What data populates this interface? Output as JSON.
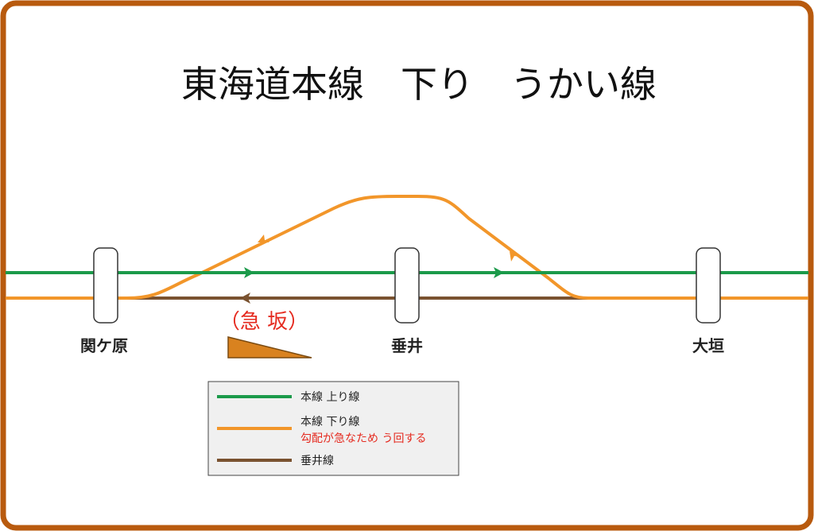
{
  "title": "東海道本線　下り　うかい線",
  "stations": [
    {
      "id": "sekigahara",
      "label": "関ケ原"
    },
    {
      "id": "tarui",
      "label": "垂井"
    },
    {
      "id": "ogaki",
      "label": "大垣"
    }
  ],
  "slope_label": "（急 坂）",
  "legend": {
    "up_line": "本線 上り線",
    "down_line": "本線 下り線",
    "down_note": "勾配が急なため う回する",
    "tarui_line": "垂井線"
  },
  "colors": {
    "frame": "#b85a0e",
    "up_line": "#1b9a4a",
    "down_line": "#f2962a",
    "tarui_line": "#7a5230",
    "slope_fill": "#d9821f",
    "note": "#e52a1f",
    "legend_bg": "#f0f0f0"
  }
}
